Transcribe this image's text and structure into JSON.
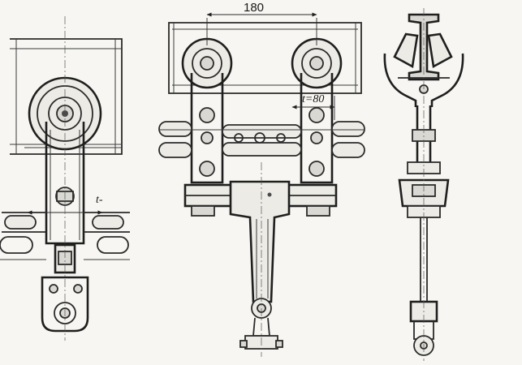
{
  "dimensions": {
    "spacing_label": "180",
    "pitch_label_front": "t=80",
    "pitch_label_side": "t-"
  }
}
